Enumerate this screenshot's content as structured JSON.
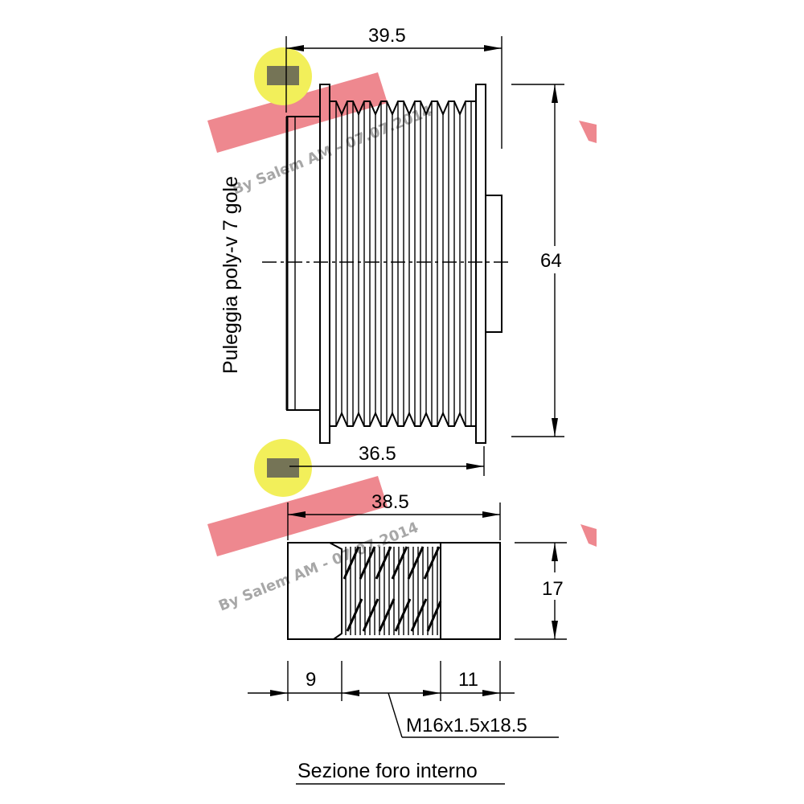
{
  "dimensions": {
    "overall_width": "39.5",
    "groove_width": "36.5",
    "diameter": "64",
    "section_width": "38.5",
    "section_height": "17",
    "left_offset": "9",
    "right_offset": "11",
    "thread": "M16x1.5x18.5"
  },
  "labels": {
    "pulley_type": "Puleggia poly-v 7 gole",
    "section_caption": "Sezione foro interno"
  },
  "watermark": {
    "text": "By Salem AM - 07.07.2014",
    "stamp_color": "#e8606a",
    "badge_color": "#f2ef5a"
  }
}
